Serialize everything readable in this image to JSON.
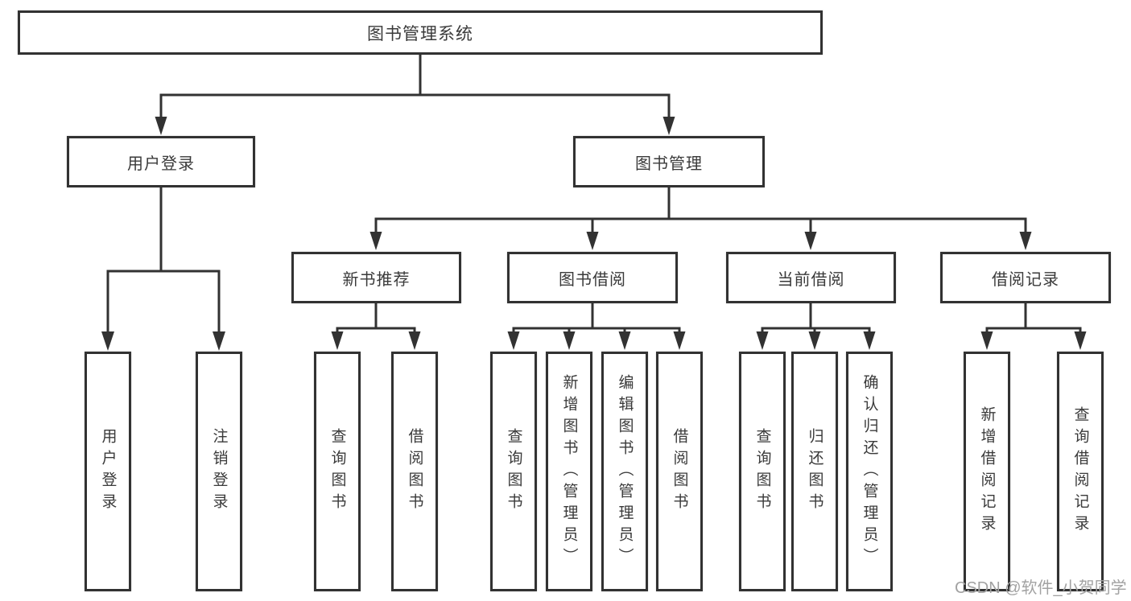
{
  "diagram": {
    "type": "tree-hierarchy",
    "title": "图书管理系统"
  },
  "nodes": {
    "root": {
      "label": "图书管理系统"
    },
    "user_login": {
      "label": "用户登录"
    },
    "book_mgmt": {
      "label": "图书管理"
    },
    "login_action": {
      "label": "用户登录"
    },
    "logout_action": {
      "label": "注销登录"
    },
    "new_book_rec": {
      "label": "新书推荐"
    },
    "book_borrow": {
      "label": "图书借阅"
    },
    "current_borrow": {
      "label": "当前借阅"
    },
    "borrow_records": {
      "label": "借阅记录"
    },
    "nbr_query_books": {
      "label": "查询图书"
    },
    "nbr_borrow_books": {
      "label": "借阅图书"
    },
    "bb_query_books": {
      "label": "查询图书"
    },
    "bb_add_books": {
      "label": "新增图书（管理员）"
    },
    "bb_edit_books": {
      "label": "编辑图书（管理员）"
    },
    "bb_borrow_books": {
      "label": "借阅图书"
    },
    "cb_query_books": {
      "label": "查询图书"
    },
    "cb_return_books": {
      "label": "归还图书"
    },
    "cb_confirm_return": {
      "label": "确认归还（管理员）"
    },
    "br_add_record": {
      "label": "新增借阅记录"
    },
    "br_query_record": {
      "label": "查询借阅记录"
    }
  },
  "hierarchy": {
    "图书管理系统": {
      "用户登录": [
        "用户登录",
        "注销登录"
      ],
      "图书管理": {
        "新书推荐": [
          "查询图书",
          "借阅图书"
        ],
        "图书借阅": [
          "查询图书",
          "新增图书（管理员）",
          "编辑图书（管理员）",
          "借阅图书"
        ],
        "当前借阅": [
          "查询图书",
          "归还图书",
          "确认归还（管理员）"
        ],
        "借阅记录": [
          "新增借阅记录",
          "查询借阅记录"
        ]
      }
    }
  },
  "watermark": {
    "text": "CSDN @软件_小贺同学"
  },
  "colors": {
    "line": "#323232",
    "text": "#3a3a3a",
    "box_background": "#ffffff",
    "watermark": "#a2a2a2"
  }
}
